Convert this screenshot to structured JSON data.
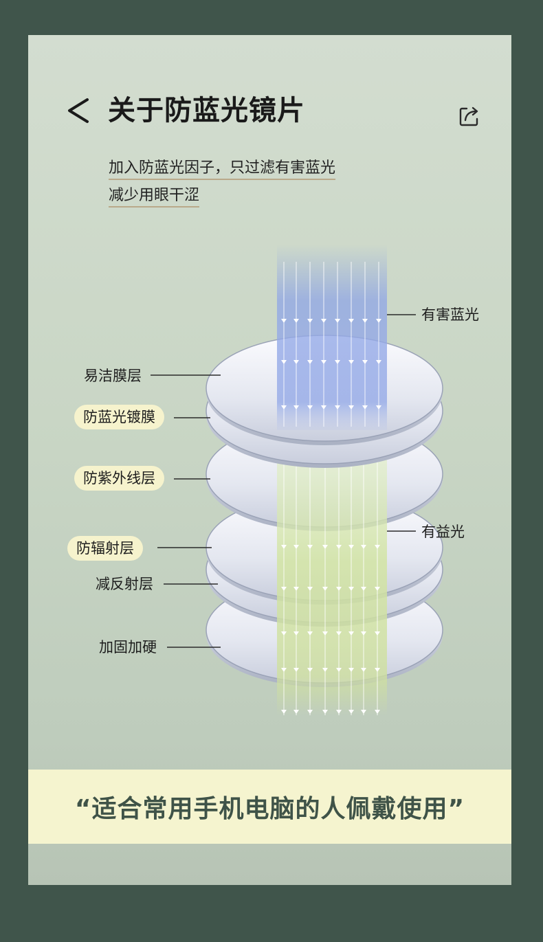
{
  "header": {
    "title": "关于防蓝光镜片",
    "back_icon": "chevron-left-icon",
    "share_icon": "share-icon"
  },
  "intro": {
    "line1": "加入防蓝光因子，只过滤有害蓝光",
    "line2": "减少用眼干涩"
  },
  "diagram": {
    "beam_labels": {
      "harmful": "有害蓝光",
      "beneficial": "有益光"
    },
    "layers": [
      {
        "label": "易洁膜层",
        "highlighted": false
      },
      {
        "label": "防蓝光镀膜",
        "highlighted": true
      },
      {
        "label": "防紫外线层",
        "highlighted": true
      },
      {
        "label": "防辐射层",
        "highlighted": true
      },
      {
        "label": "减反射层",
        "highlighted": false
      },
      {
        "label": "加固加硬",
        "highlighted": false
      }
    ],
    "colors": {
      "harmful_beam": "#8fa5e6",
      "beneficial_beam": "#d2e4a3",
      "highlight_pill": "#f6f3cd"
    }
  },
  "footer": {
    "slogan": "“适合常用手机电脑的人佩戴使用”"
  }
}
